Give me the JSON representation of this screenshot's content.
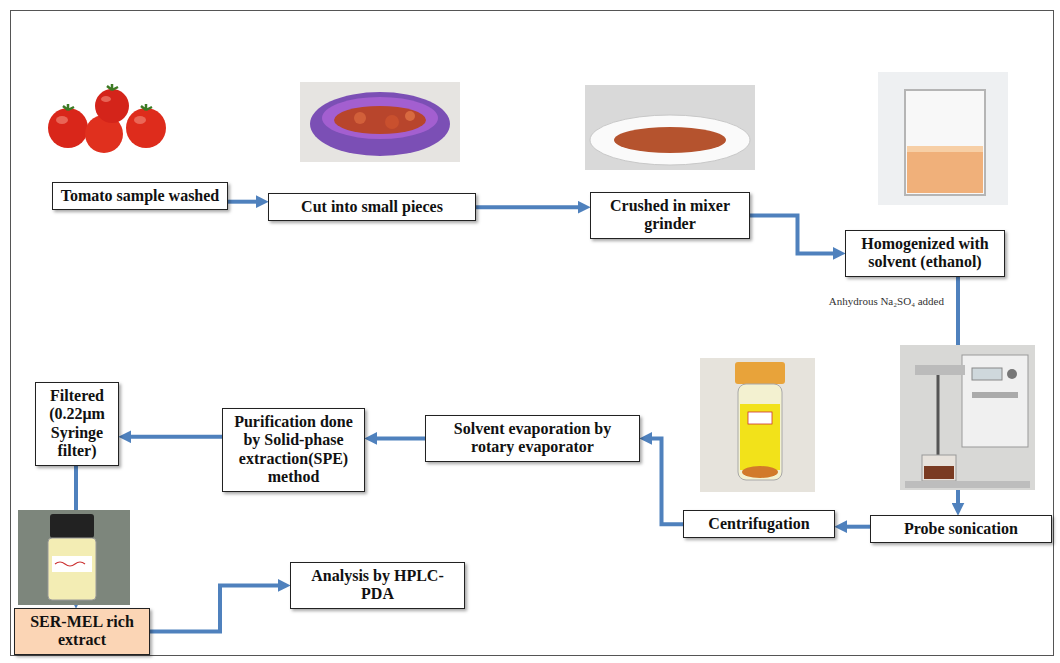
{
  "diagram": {
    "nodes": [
      {
        "text": [
          "Tomato sample washed"
        ]
      },
      {
        "text": [
          "Cut into small pieces"
        ]
      },
      {
        "text": [
          "Crushed in mixer grinder"
        ]
      },
      {
        "text": [
          "Homogenized with solvent (ethanol)"
        ]
      },
      {
        "text": [
          "Probe sonication"
        ]
      },
      {
        "text": [
          "Centrifugation"
        ]
      },
      {
        "text": [
          "Solvent evaporation by rotary evaporator"
        ]
      },
      {
        "text": [
          "Purification done by Solid-phase extraction(SPE) method"
        ]
      },
      {
        "text": [
          "Filtered (0.22μm Syringe filter)"
        ]
      },
      {
        "text": [
          "SER-MEL rich extract"
        ]
      },
      {
        "text": [
          "Analysis by HPLC-PDA"
        ]
      }
    ],
    "edges": [
      {
        "from": 0,
        "to": 1,
        "arrow": "to"
      },
      {
        "from": 1,
        "to": 2,
        "arrow": "to"
      },
      {
        "from": 2,
        "to": 3,
        "arrow": "to"
      },
      {
        "from": 3,
        "to": 4,
        "arrow": "to",
        "label": "Anhydrous Na₂SO₄ added"
      },
      {
        "from": 4,
        "to": 5,
        "arrow": "to"
      },
      {
        "from": 5,
        "to": 6,
        "arrow": "to"
      },
      {
        "from": 6,
        "to": 7,
        "arrow": "to"
      },
      {
        "from": 7,
        "to": 8,
        "arrow": "to"
      },
      {
        "from": 8,
        "to": 9,
        "arrow": "to"
      },
      {
        "from": 9,
        "to": 10,
        "arrow": "to"
      }
    ]
  }
}
